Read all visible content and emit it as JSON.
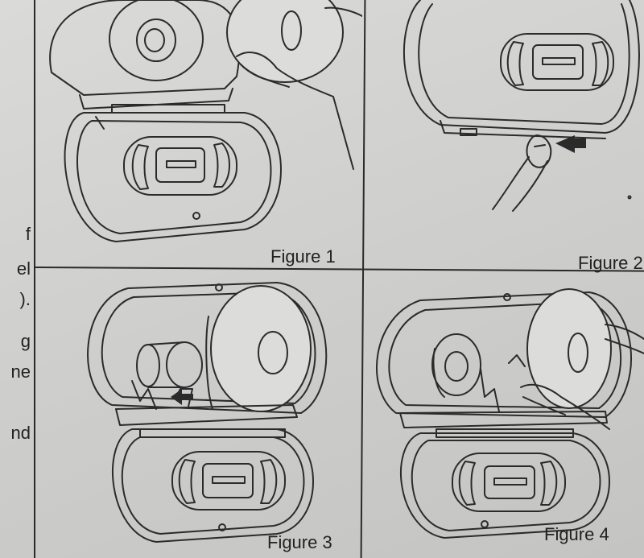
{
  "side_text": {
    "fragments": [
      "f",
      "el",
      ").",
      "g",
      "ne",
      "nd"
    ]
  },
  "figures": [
    {
      "label": "Figure 1"
    },
    {
      "label": "Figure 2"
    },
    {
      "label": "Figure 3"
    },
    {
      "label": "Figure 4"
    }
  ]
}
